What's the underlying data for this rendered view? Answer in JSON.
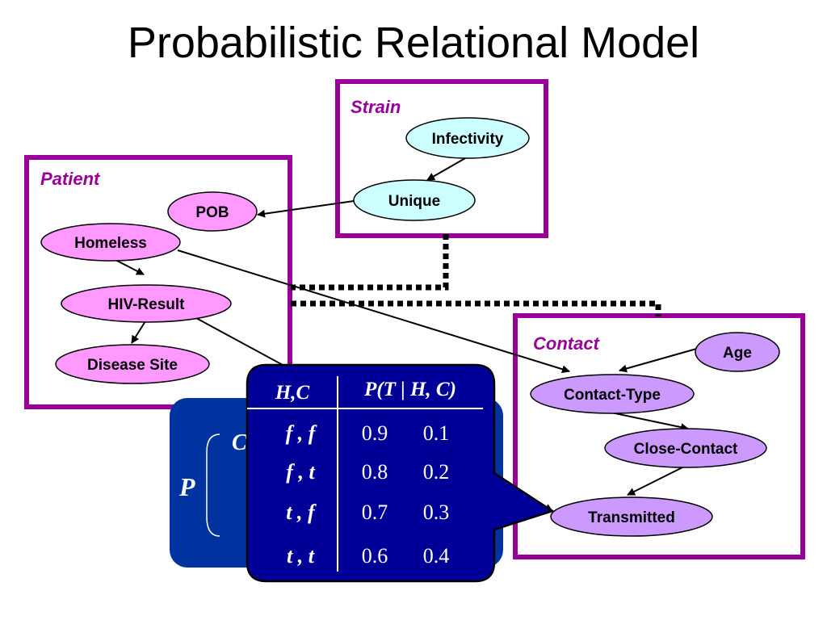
{
  "title": "Probabilistic Relational Model",
  "classes": {
    "strain": "Strain",
    "patient": "Patient",
    "contact": "Contact"
  },
  "nodes": {
    "infectivity": "Infectivity",
    "unique": "Unique",
    "pob": "POB",
    "homeless": "Homeless",
    "hiv_result": "HIV-Result",
    "disease_site": "Disease Site",
    "age": "Age",
    "contact_type": "Contact-Type",
    "close_contact": "Close-Contact",
    "transmitted": "Transmitted"
  },
  "colors": {
    "class_border": "#990099",
    "strain_node_fill": "#ccffff",
    "patient_node_fill": "#ff99ff",
    "contact_node_fill": "#cc99ff",
    "cpd_fill": "#000099",
    "back_box_fill": "#0033a0"
  },
  "background_formula": {
    "p_symbol": "P",
    "partial_glyph": "C"
  },
  "cpd_table": {
    "header_parents": "H,C",
    "header_prob": "P(T | H, C)",
    "rows": [
      {
        "parents": "f , f",
        "p_true": "0.9",
        "p_false": "0.1"
      },
      {
        "parents": "f , t",
        "p_true": "0.8",
        "p_false": "0.2"
      },
      {
        "parents": "t , f",
        "p_true": "0.7",
        "p_false": "0.3"
      },
      {
        "parents": "t , t",
        "p_true": "0.6",
        "p_false": "0.4"
      }
    ]
  }
}
